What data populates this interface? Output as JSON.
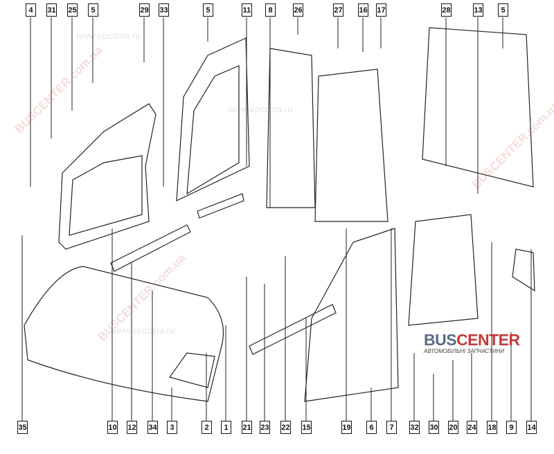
{
  "diagram": {
    "top_labels": [
      "4",
      "31",
      "25",
      "5",
      "29",
      "33",
      "5",
      "11",
      "8",
      "26",
      "27",
      "16",
      "17",
      "28",
      "13",
      "5"
    ],
    "bottom_labels": [
      "35",
      "10",
      "12",
      "34",
      "3",
      "2",
      "1",
      "21",
      "23",
      "22",
      "15",
      "19",
      "6",
      "7",
      "32",
      "30",
      "20",
      "24",
      "18",
      "9",
      "14"
    ]
  },
  "logo": {
    "brand_a": "BUS",
    "brand_b": "CENTER",
    "tagline": "АВТОМОБІЛЬНІ ЗАПЧАСТИНИ"
  },
  "watermarks": {
    "site_a": "BUSCENTER.com.ua",
    "site_b": "www.epcdata.ru"
  }
}
